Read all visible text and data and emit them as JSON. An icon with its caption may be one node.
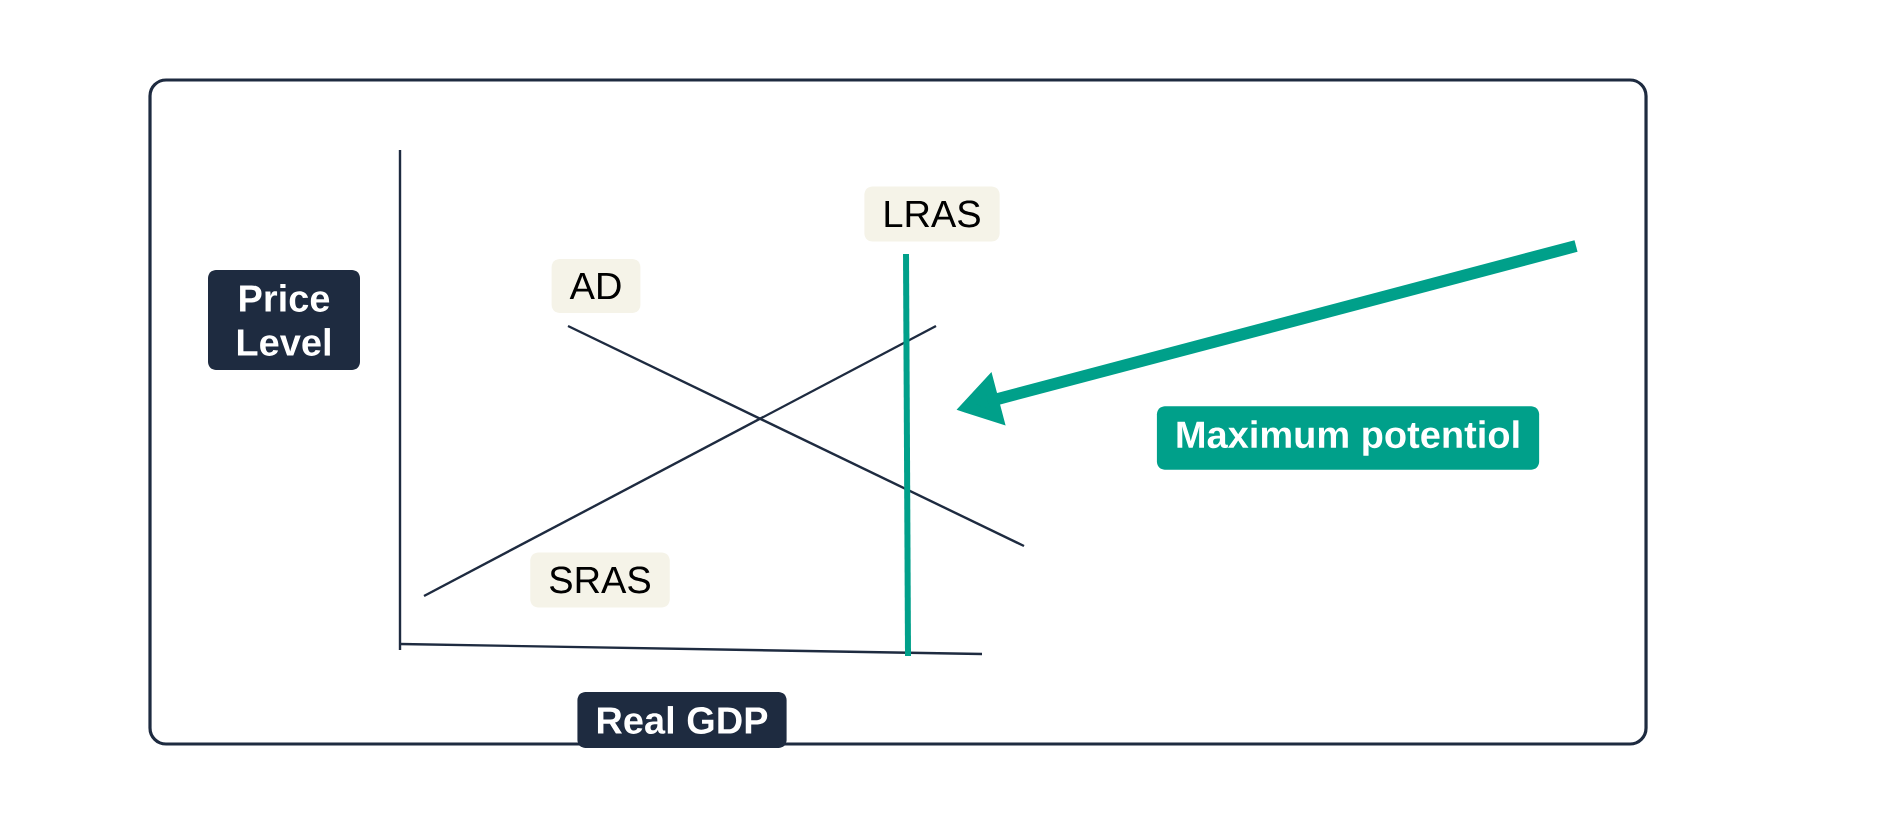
{
  "diagram": {
    "nodes": [
      {
        "text": [
          "Price Level"
        ]
      },
      {
        "text": [
          "AD"
        ]
      },
      {
        "text": [
          "LRAS"
        ]
      },
      {
        "text": [
          "SRAS"
        ]
      },
      {
        "text": [
          "Real GDP"
        ]
      },
      {
        "text": [
          "Maximum potentiol"
        ]
      }
    ]
  }
}
